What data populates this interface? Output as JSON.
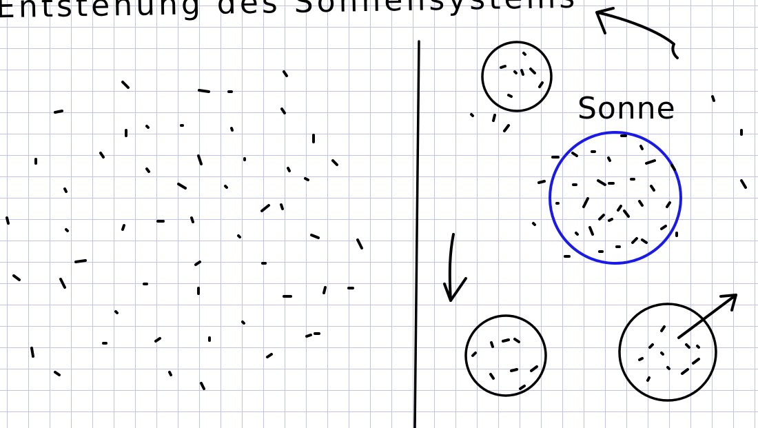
{
  "note": {
    "title": "Entstehung des Sonnensystems",
    "sun_label": "Sonne"
  },
  "colors": {
    "paper": "#ffffff",
    "grid": "#bfc3ec",
    "ink": "#000000",
    "sun_outline": "#1a1ae6"
  },
  "sketch": {
    "left_panel": "scattered dust particles",
    "right_panel": [
      "small cluster top",
      "sun",
      "cluster bottom-left",
      "cluster bottom-right"
    ],
    "arrows": [
      "curved arrow top-right",
      "down arrow left",
      "diagonal arrow bottom-right"
    ]
  }
}
